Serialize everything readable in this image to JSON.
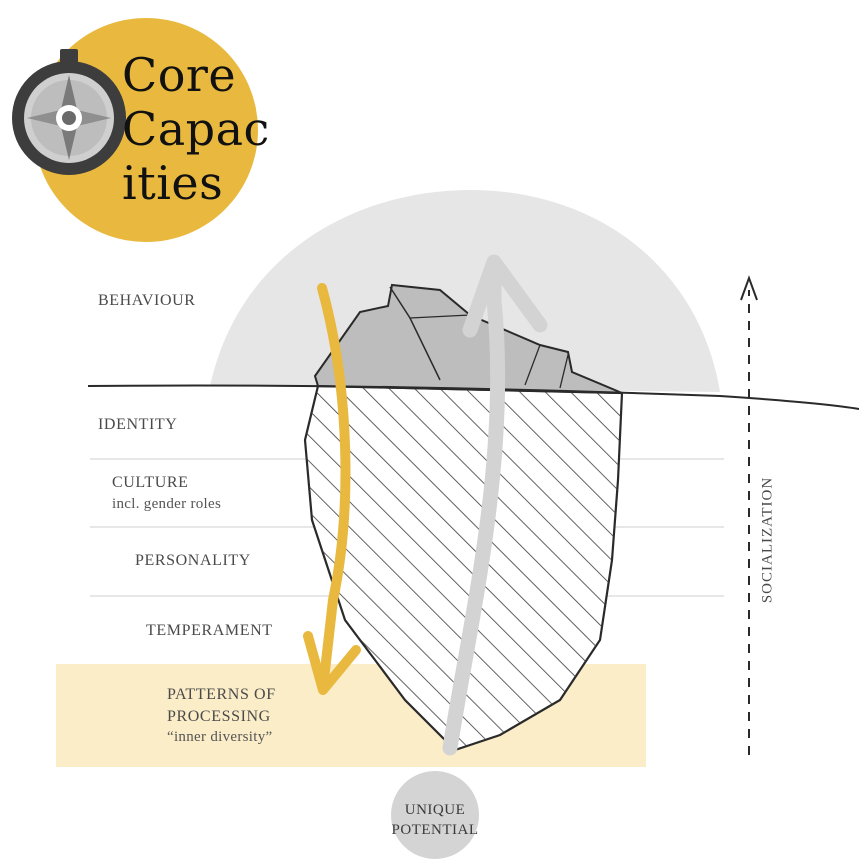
{
  "badge": {
    "line1": "Core",
    "line2": "Capac",
    "line3": "ities",
    "icon": "compass-icon",
    "color": "#E9B93F"
  },
  "labels": {
    "behaviour": "BEHAVIOUR",
    "identity": "IDENTITY",
    "culture": "CULTURE",
    "culture_sub": "incl. gender roles",
    "personality": "PERSONALITY",
    "temperament": "TEMPERAMENT",
    "patterns_line1": "PATTERNS OF",
    "patterns_line2": "PROCESSING",
    "patterns_sub": "“inner diversity”",
    "socialization": "SOCIALIZATION",
    "unique_line1": "UNIQUE",
    "unique_line2": "POTENTIAL"
  },
  "colors": {
    "gold": "#E9B93F",
    "highlight": "#FBEDC8",
    "dome": "#E6E6E6",
    "ice_top": "#BDBDBD",
    "arrow_gray": "#D3D3D3",
    "unique_circle": "#D4D4D4"
  }
}
